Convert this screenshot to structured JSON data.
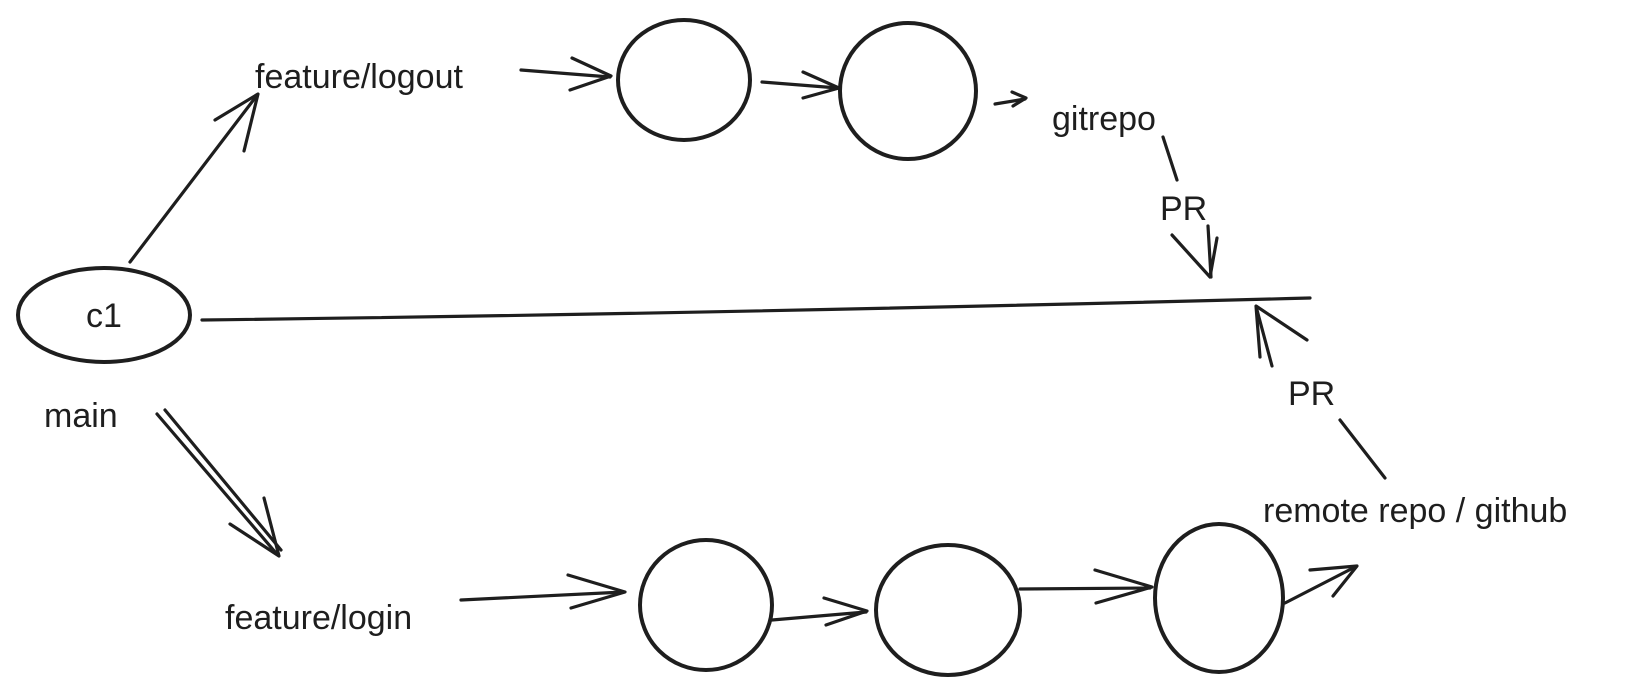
{
  "diagram": {
    "root_commit": {
      "label": "c1",
      "branch": "main"
    },
    "branches": {
      "logout": {
        "label": "feature/logout",
        "commits": 2,
        "target": "gitrepo"
      },
      "login": {
        "label": "feature/login",
        "commits": 3,
        "target": "remote repo / github"
      }
    },
    "pull_requests": [
      {
        "label": "PR",
        "from": "gitrepo",
        "to": "main"
      },
      {
        "label": "PR",
        "from": "remote repo / github",
        "to": "main"
      }
    ]
  },
  "colors": {
    "ink": "#1e1e1e",
    "background": "#ffffff"
  }
}
